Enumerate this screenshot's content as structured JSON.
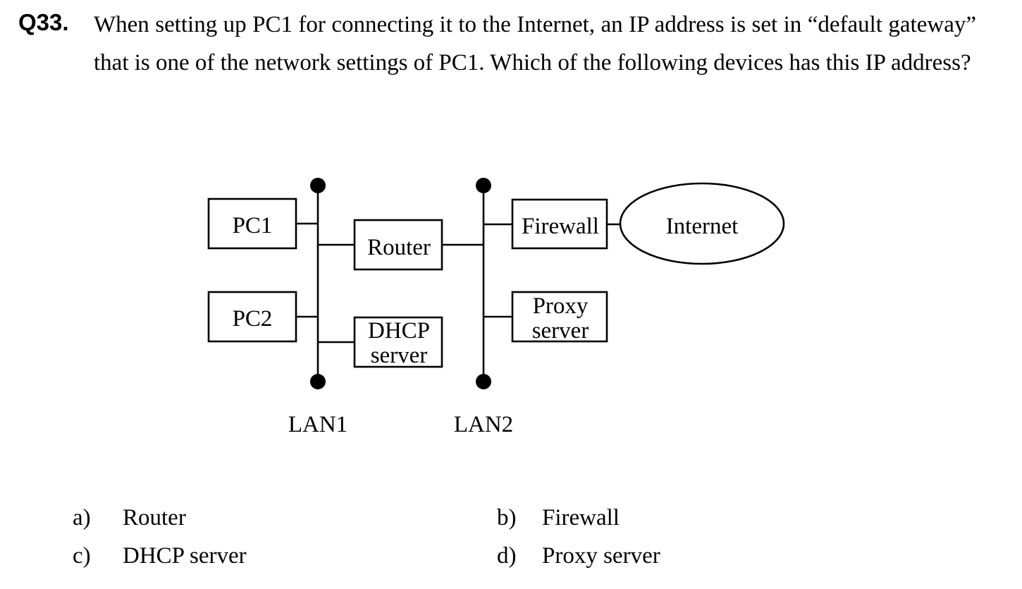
{
  "question": {
    "number": "Q33.",
    "text": "When setting up PC1 for connecting it to the Internet, an IP address is set in “default gateway” that is one of the network settings of PC1. Which of the following devices has this IP address?"
  },
  "diagram": {
    "pc1": "PC1",
    "pc2": "PC2",
    "router": "Router",
    "dhcp_line1": "DHCP",
    "dhcp_line2": "server",
    "firewall": "Firewall",
    "proxy_line1": "Proxy",
    "proxy_line2": "server",
    "internet": "Internet",
    "lan1": "LAN1",
    "lan2": "LAN2"
  },
  "options": {
    "a": {
      "letter": "a)",
      "text": "Router"
    },
    "b": {
      "letter": "b)",
      "text": "Firewall"
    },
    "c": {
      "letter": "c)",
      "text": "DHCP server"
    },
    "d": {
      "letter": "d)",
      "text": "Proxy server"
    }
  }
}
